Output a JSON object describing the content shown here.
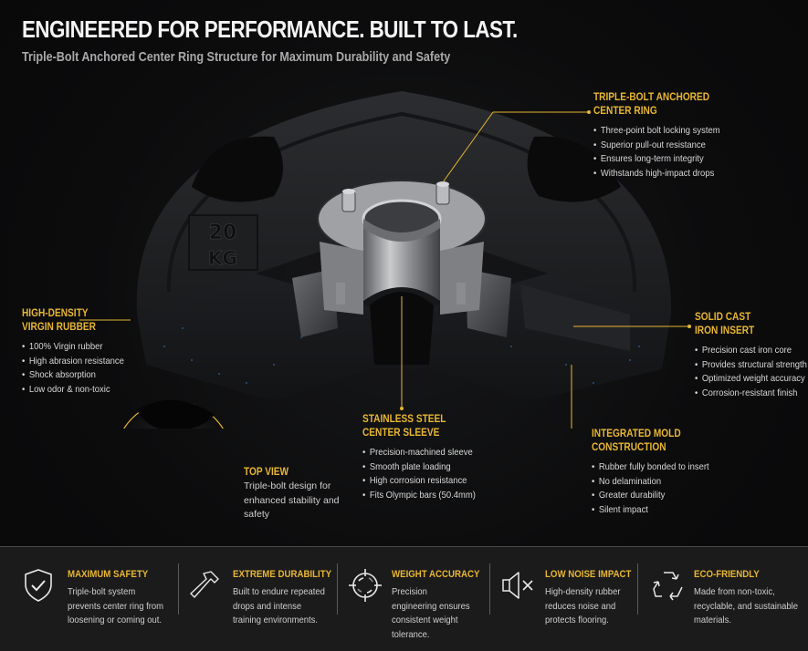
{
  "header": {
    "title": "ENGINEERED FOR PERFORMANCE. BUILT TO LAST.",
    "subtitle": "Triple-Bolt Anchored Center Ring Structure for Maximum Durability and Safety"
  },
  "plate": {
    "weight_marking_number": "20",
    "weight_marking_unit": "KG"
  },
  "callouts": {
    "center_ring": {
      "title_line1": "TRIPLE-BOLT ANCHORED",
      "title_line2": "CENTER RING",
      "bullets": [
        "Three-point bolt locking system",
        "Superior pull-out resistance",
        "Ensures long-term integrity",
        "Withstands high-impact drops"
      ]
    },
    "rubber": {
      "title_line1": "HIGH-DENSITY",
      "title_line2": "VIRGIN RUBBER",
      "bullets": [
        "100% Virgin rubber",
        "High abrasion resistance",
        "Shock absorption",
        "Low odor & non-toxic"
      ]
    },
    "iron_insert": {
      "title_line1": "SOLID CAST",
      "title_line2": "IRON INSERT",
      "bullets": [
        "Precision cast iron core",
        "Provides structural strength",
        "Optimized weight accuracy",
        "Corrosion-resistant finish"
      ]
    },
    "sleeve": {
      "title_line1": "STAINLESS STEEL",
      "title_line2": "CENTER SLEEVE",
      "bullets": [
        "Precision-machined sleeve",
        "Smooth plate loading",
        "High corrosion resistance",
        "Fits Olympic bars (50.4mm)"
      ]
    },
    "mold": {
      "title_line1": "INTEGRATED MOLD",
      "title_line2": "CONSTRUCTION",
      "bullets": [
        "Rubber fully bonded to insert",
        "No delamination",
        "Greater durability",
        "Silent impact"
      ]
    },
    "top_view": {
      "title": "TOP VIEW",
      "description": "Triple-bolt design for enhanced stability and safety"
    }
  },
  "features": [
    {
      "icon": "shield-check-icon",
      "title": "MAXIMUM SAFETY",
      "description": "Triple-bolt system prevents center ring from loosening or coming out."
    },
    {
      "icon": "hammer-icon",
      "title": "EXTREME DURABILITY",
      "description": "Built to endure repeated drops and intense training environments."
    },
    {
      "icon": "crosshair-icon",
      "title": "WEIGHT ACCURACY",
      "description": "Precision engineering ensures consistent weight tolerance."
    },
    {
      "icon": "speaker-mute-icon",
      "title": "LOW NOISE IMPACT",
      "description": "High-density rubber reduces noise and protects flooring."
    },
    {
      "icon": "recycle-icon",
      "title": "ECO-FRIENDLY",
      "description": "Made from non-toxic, recyclable, and sustainable materials."
    }
  ],
  "colors": {
    "accent": "#e8b632",
    "background": "#0b0b0c",
    "footer": "#1b1b1c"
  }
}
